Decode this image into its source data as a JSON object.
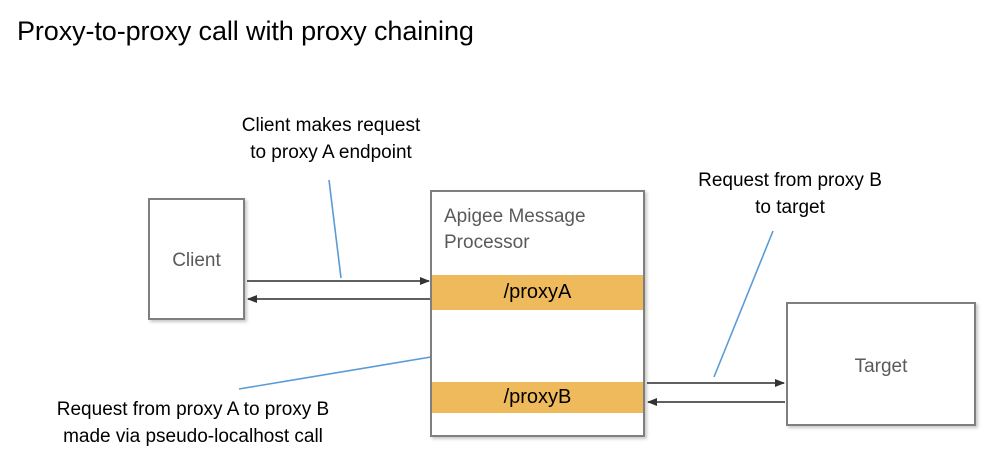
{
  "page": {
    "title": "Proxy-to-proxy call with proxy chaining",
    "background_color": "#ffffff"
  },
  "colors": {
    "proxy_band": "#efba5c",
    "box_border": "#7f7f7f",
    "box_label_text": "#5a5a5a",
    "leader_line": "#5b9bd5",
    "arrow": "#404040",
    "title_text": "#000000"
  },
  "nodes": {
    "client": {
      "label": "Client"
    },
    "target": {
      "label": "Target"
    },
    "message_processor": {
      "title_line1": "Apigee Message",
      "title_line2": "Processor",
      "bands": [
        {
          "label": "/proxyA"
        },
        {
          "label": "/proxyB"
        }
      ]
    }
  },
  "annotations": [
    {
      "id": "client-request",
      "line1": "Client makes request",
      "line2": "to proxy A endpoint"
    },
    {
      "id": "target-request",
      "line1": "Request from proxy B",
      "line2": "to target"
    },
    {
      "id": "proxy-chain",
      "line1": "Request from proxy A to proxy B",
      "line2": "made via pseudo-localhost call"
    }
  ],
  "connectors": [
    {
      "id": "client-to-proxya",
      "direction": "right",
      "from": "client",
      "to": "proxyA"
    },
    {
      "id": "proxya-to-client",
      "direction": "left",
      "from": "proxyA",
      "to": "client"
    },
    {
      "id": "proxya-to-proxyb",
      "direction": "down",
      "from": "proxyA",
      "to": "proxyB"
    },
    {
      "id": "proxyb-to-proxya",
      "direction": "up",
      "from": "proxyB",
      "to": "proxyA"
    },
    {
      "id": "proxyb-to-target",
      "direction": "right",
      "from": "proxyB",
      "to": "target"
    },
    {
      "id": "target-to-proxyb",
      "direction": "left",
      "from": "target",
      "to": "proxyB"
    }
  ]
}
